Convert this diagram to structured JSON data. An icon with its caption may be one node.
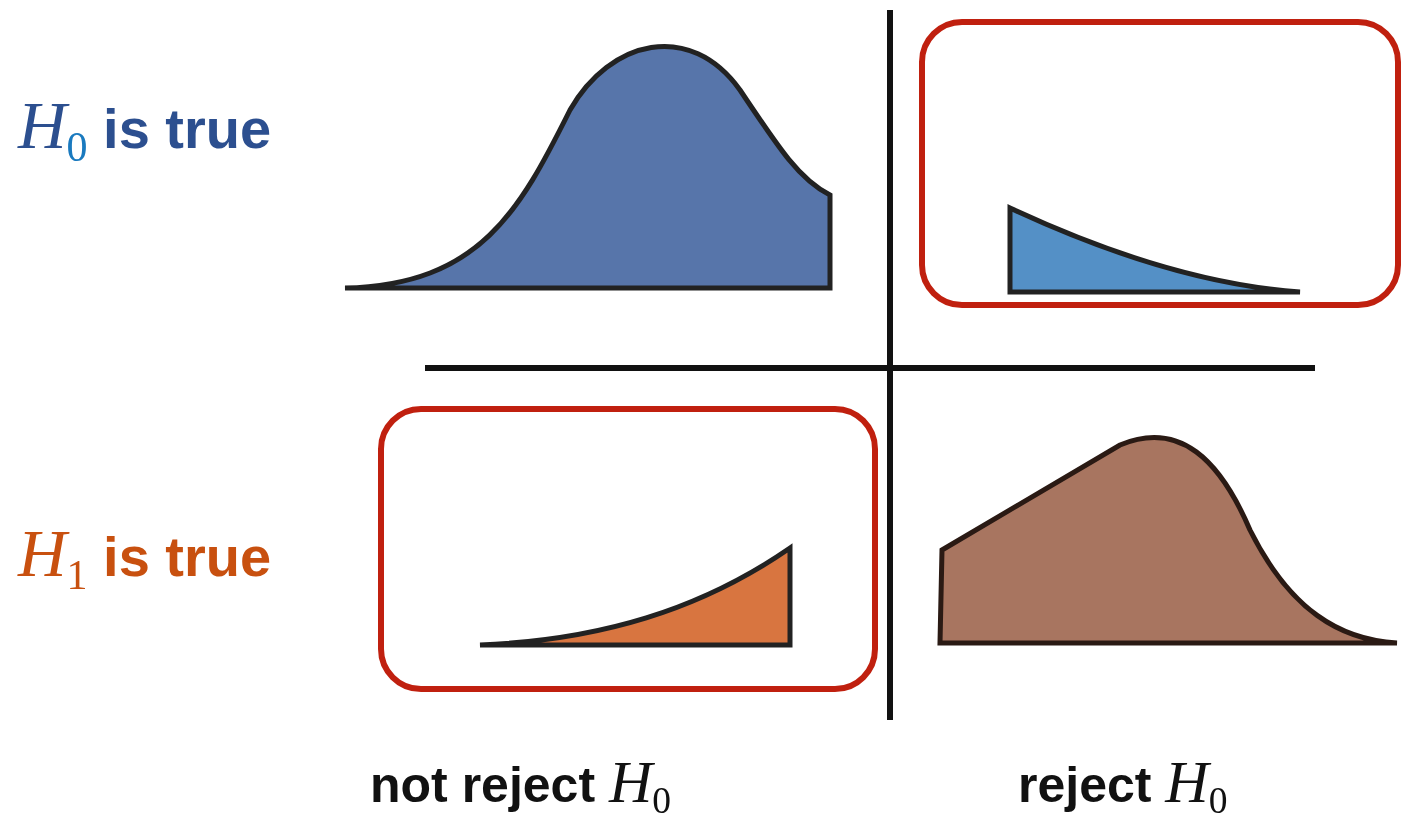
{
  "diagram": {
    "labels": [
      "*H*$_{0}$ is true",
      "*H*$_{1}$ is true",
      "not reject *H*$_{0}$",
      "reject *H*$_{0}$"
    ]
  }
}
